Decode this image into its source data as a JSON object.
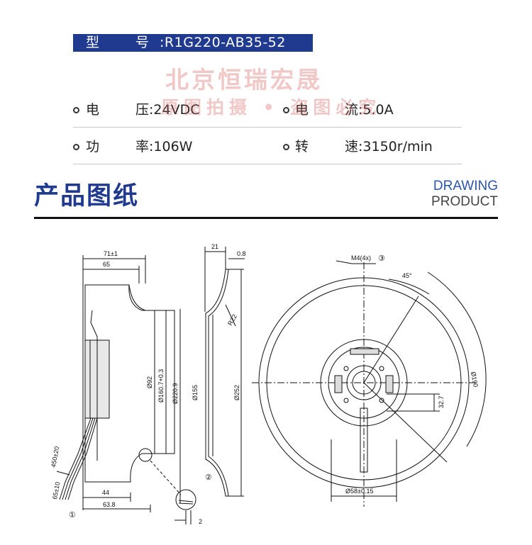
{
  "specs": {
    "model": {
      "k1": "型",
      "k2": "号",
      "value": ":R1G220-AB35-52"
    },
    "voltage": {
      "k1": "电",
      "k2": "压",
      "value": ":24VDC"
    },
    "current": {
      "k1": "电",
      "k2": "流",
      "value": ":5.0A"
    },
    "power": {
      "k1": "功",
      "k2": "率",
      "value": ":106W"
    },
    "speed": {
      "k1": "转",
      "k2": "速",
      "value": ":3150r/min"
    }
  },
  "watermark": {
    "line1": "北京恒瑞宏晟",
    "line2": "原图拍摄 • 盗图必究"
  },
  "section": {
    "title": "产品图纸",
    "en_line1": "DRAWING",
    "en_line2": "PRODUCT"
  },
  "drawing": {
    "side": {
      "dims": [
        "71±1",
        "65",
        "Ø92",
        "Ø160.7+0.3",
        "Ø220.9",
        "450±20",
        "65±10",
        "44",
        "63.8",
        "①"
      ]
    },
    "profile": {
      "dims": [
        "21",
        "0.8",
        "R22",
        "Ø155",
        "Ø252",
        "②",
        "2"
      ]
    },
    "front": {
      "dims": [
        "M4(4x)",
        "③",
        "45°",
        "Ø190",
        "32.7",
        "Ø58±0.15"
      ]
    }
  },
  "colors": {
    "brand": "#1f3a8f",
    "accent": "#2e56a8",
    "watermark": "#d66060"
  }
}
